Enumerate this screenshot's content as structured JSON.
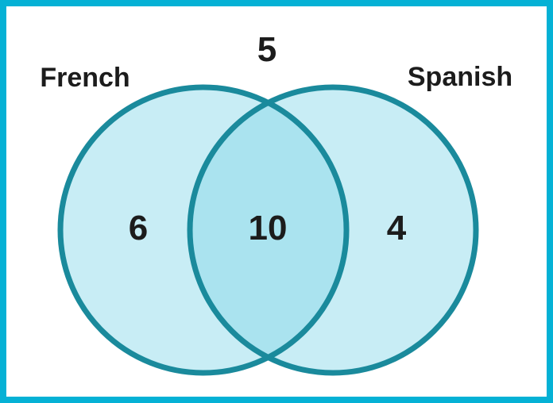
{
  "diagram": {
    "type": "venn",
    "outside_value": "5",
    "left": {
      "label": "French",
      "only_value": "6"
    },
    "right": {
      "label": "Spanish",
      "only_value": "4"
    },
    "intersection_value": "10"
  },
  "colors": {
    "frame_border": "#05b1d5",
    "circle_stroke": "#1a8a9c",
    "circle_fill": "#c8edf5",
    "intersection_fill": "#aae3ef",
    "text": "#1c1c1c",
    "background": "#ffffff"
  }
}
